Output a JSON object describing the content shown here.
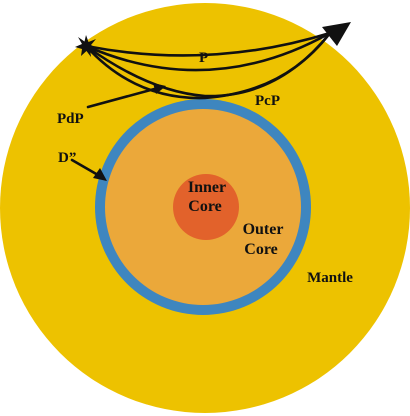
{
  "diagram": {
    "labels": {
      "p": "P",
      "pdp": "PdP",
      "pcp": "PcP",
      "d_double_prime": "D”",
      "inner_core_line1": "Inner",
      "inner_core_line2": "Core",
      "outer_core_line1": "Outer",
      "outer_core_line2": "Core",
      "mantle": "Mantle"
    },
    "colors": {
      "mantle": "#EDC200",
      "d_layer": "#3E86BF",
      "outer_core": "#EBA83A",
      "inner_core": "#E2622B",
      "rays": "#111111",
      "background": "#FFFFFF"
    },
    "icons": {
      "source": "star-burst-icon",
      "receiver": "arrowhead-icon"
    }
  }
}
